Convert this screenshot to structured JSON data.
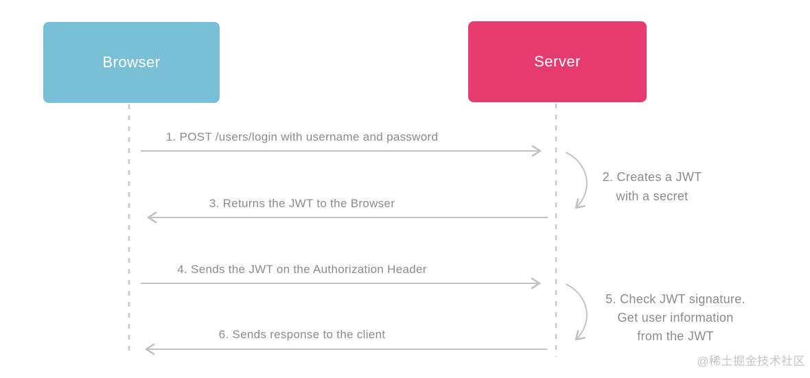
{
  "colors": {
    "background": "#ffffff",
    "browser-box": "#79bfd6",
    "server-box": "#e73a6e",
    "box-text": "#ffffff",
    "message-text": "#8b8b8b",
    "arrow": "#c2c2c2",
    "lifeline": "#c8c8c8",
    "watermark": "#c6c6c6"
  },
  "diagram": {
    "type": "sequence-diagram",
    "topic": "JWT authentication flow between Browser and Server"
  },
  "actors": [
    {
      "id": "browser",
      "label": "Browser"
    },
    {
      "id": "server",
      "label": "Server"
    }
  ],
  "messages": [
    {
      "step": 1,
      "from": "browser",
      "to": "server",
      "direction": "right",
      "lines": [
        "1. POST /users/login with username and password"
      ]
    },
    {
      "step": 2,
      "from": "server",
      "to": "server",
      "direction": "self",
      "lines": [
        "2. Creates a JWT",
        "with a secret"
      ]
    },
    {
      "step": 3,
      "from": "server",
      "to": "browser",
      "direction": "left",
      "lines": [
        "3. Returns the JWT to the Browser"
      ]
    },
    {
      "step": 4,
      "from": "browser",
      "to": "server",
      "direction": "right",
      "lines": [
        "4. Sends the JWT on the Authorization Header"
      ]
    },
    {
      "step": 5,
      "from": "server",
      "to": "server",
      "direction": "self",
      "lines": [
        "5. Check JWT signature.",
        "Get user information",
        "from the JWT"
      ]
    },
    {
      "step": 6,
      "from": "server",
      "to": "browser",
      "direction": "left",
      "lines": [
        "6. Sends response to the client"
      ]
    }
  ],
  "watermark": "@稀土掘金技术社区"
}
